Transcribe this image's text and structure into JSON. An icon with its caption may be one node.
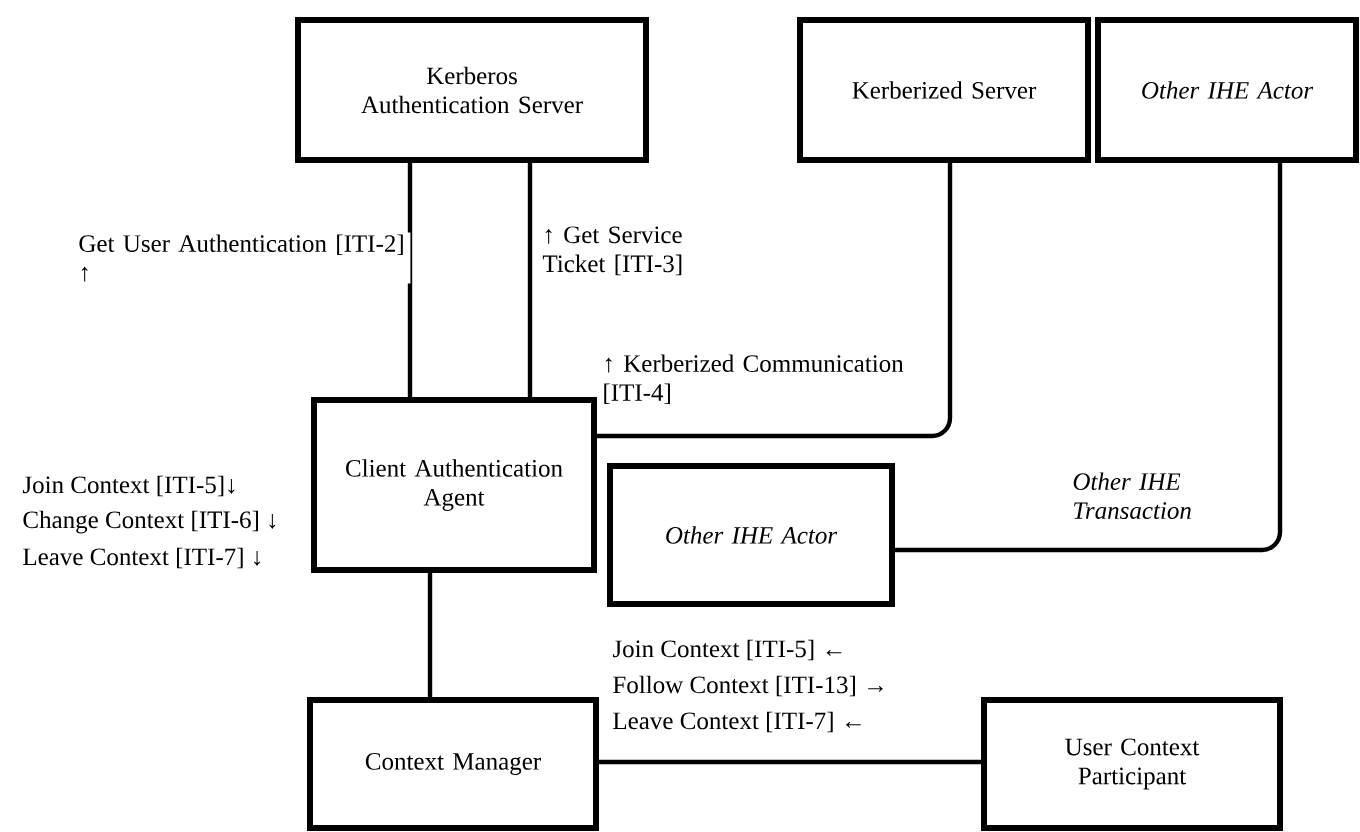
{
  "diagram": {
    "nodes": [
      {
        "text": [
          "Kerberos Authentication Server"
        ]
      },
      {
        "text": [
          "Kerberized Server"
        ]
      },
      {
        "text": [
          "Other IHE Actor"
        ]
      },
      {
        "text": [
          "Client Authentication Agent"
        ]
      },
      {
        "text": [
          "Other IHE Actor"
        ]
      },
      {
        "text": [
          "Context Manager"
        ]
      },
      {
        "text": [
          "User Context Participant"
        ]
      }
    ],
    "edges": [
      {
        "from": 0,
        "to": 3,
        "arrow": "none",
        "label": "Get User Authentication [ITI-2] ↑"
      },
      {
        "from": 0,
        "to": 3,
        "arrow": "none",
        "label": "↑ Get Service Ticket [ITI-3]"
      },
      {
        "from": 3,
        "to": 1,
        "arrow": "none",
        "label": "↑ Kerberized Communication [ITI-4]"
      },
      {
        "from": 2,
        "to": 4,
        "arrow": "none",
        "label": "Other IHE Transaction"
      },
      {
        "from": 3,
        "to": 5,
        "arrow": "none"
      },
      {
        "from": 5,
        "to": 6,
        "arrow": "none"
      }
    ],
    "labels": [
      "Join Context [ITI-5]↓",
      "Change Context [ITI-6] ↓",
      "Leave Context [ITI-7] ↓",
      "Join Context [ITI-5] ←",
      "Follow Context [ITI-13] →",
      "Leave Context [ITI-7] ←"
    ]
  }
}
